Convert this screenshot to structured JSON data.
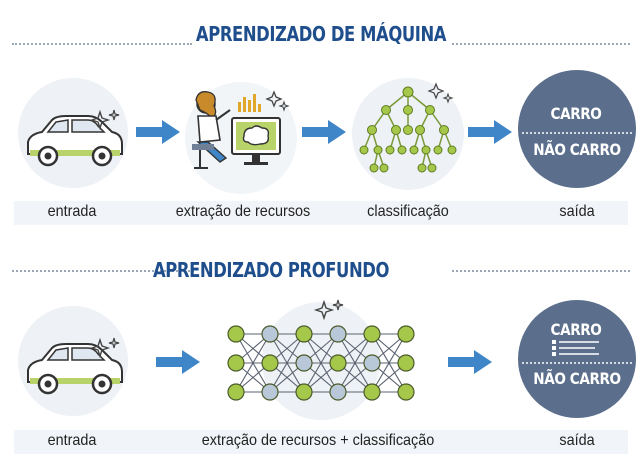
{
  "machine_learning": {
    "title": "APRENDIZADO DE MÁQUINA",
    "labels": [
      "entrada",
      "extração de recursos",
      "classificação",
      "saída"
    ],
    "output_top": "CARRO",
    "output_bottom": "NÃO CARRO"
  },
  "deep_learning": {
    "title": "APRENDIZADO PROFUNDO",
    "labels": [
      "entrada",
      "extração de recursos + classificação",
      "saída"
    ],
    "output_top": "CARRO",
    "output_bottom": "NÃO CARRO"
  },
  "colors": {
    "title": "#1f4e8c",
    "arrow": "#3f86c9",
    "output_circle": "#5b6e8c",
    "node_green": "#a6c84a",
    "node_blue": "#b9c8d9"
  },
  "icons": [
    "car-icon",
    "person-at-computer-icon",
    "decision-tree-icon",
    "neural-network-icon",
    "sparkle-icon",
    "arrow-right-icon"
  ]
}
